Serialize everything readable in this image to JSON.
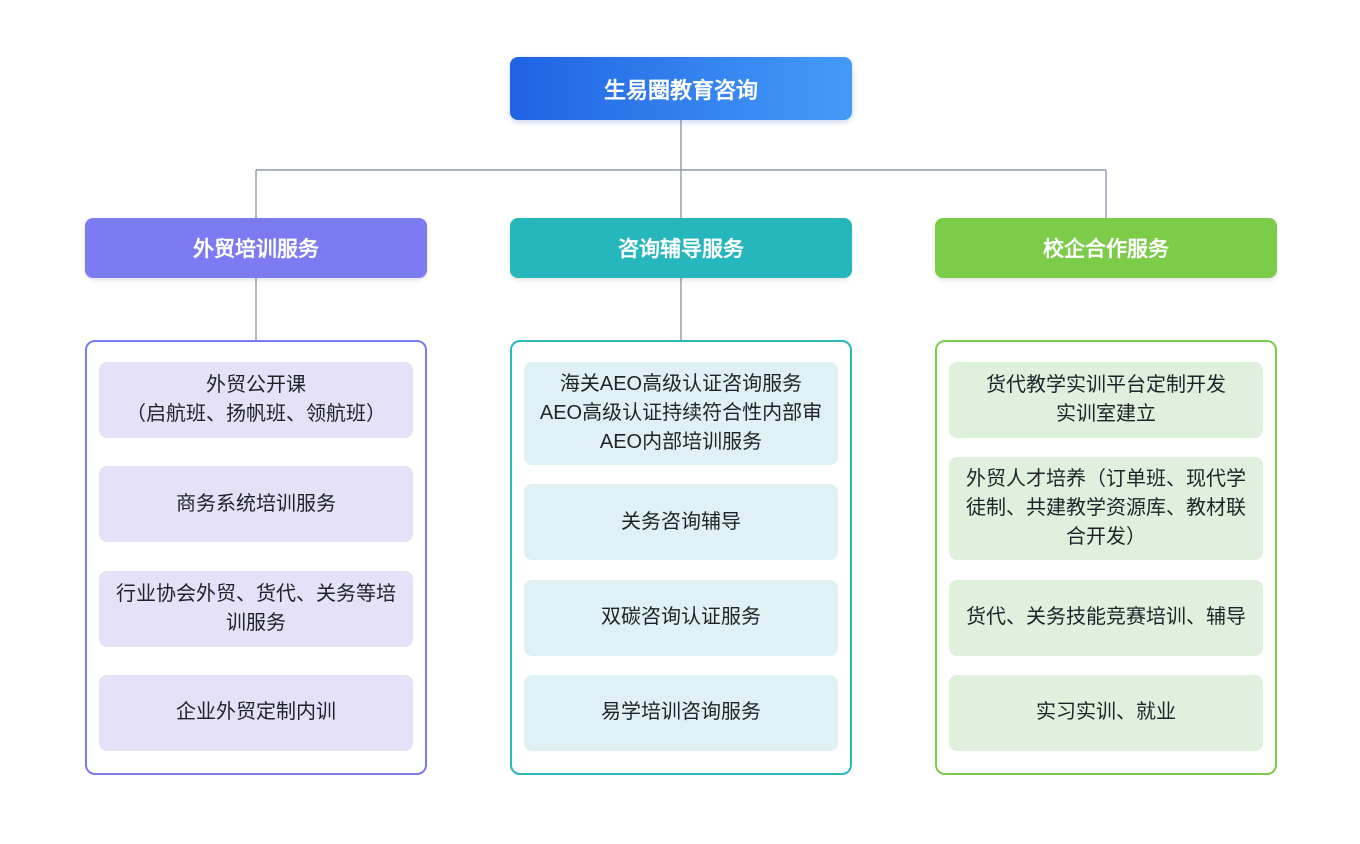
{
  "root": {
    "label": "生易圈教育咨询",
    "gradient_from": "#2063E4",
    "gradient_to": "#449BF7",
    "text_color": "#ffffff"
  },
  "connectors": {
    "color": "#8F99A8"
  },
  "branches": [
    {
      "id": "foreign-trade-training",
      "label": "外贸培训服务",
      "colors": {
        "header": "#7C7BF1",
        "border": "#7B7BF0",
        "item_bg": "#E4E1F8"
      },
      "header_to_container_line": true,
      "items": [
        {
          "lines": [
            "外贸公开课",
            "（启航班、扬帆班、领航班）"
          ]
        },
        {
          "lines": [
            "商务系统培训服务"
          ]
        },
        {
          "lines": [
            "行业协会外贸、货代、关务等培训服务"
          ]
        },
        {
          "lines": [
            "企业外贸定制内训"
          ]
        }
      ]
    },
    {
      "id": "consulting-coaching",
      "label": "咨询辅导服务",
      "colors": {
        "header": "#26B7BD",
        "border": "#2AB8BE",
        "item_bg": "#DFF1F4"
      },
      "header_to_container_line": true,
      "items": [
        {
          "lines": [
            "海关AEO高级认证咨询服务",
            "AEO高级认证持续符合性内部审",
            "AEO内部培训服务"
          ]
        },
        {
          "lines": [
            "关务咨询辅导"
          ]
        },
        {
          "lines": [
            "双碳咨询认证服务"
          ]
        },
        {
          "lines": [
            "易学培训咨询服务"
          ]
        }
      ]
    },
    {
      "id": "school-enterprise-cooperation",
      "label": "校企合作服务",
      "colors": {
        "header": "#7CCB49",
        "border": "#7DCB4D",
        "item_bg": "#DFF1DC"
      },
      "header_to_container_line": false,
      "items": [
        {
          "lines": [
            "货代教学实训平台定制开发",
            "实训室建立"
          ]
        },
        {
          "lines": [
            "外贸人才培养（订单班、现代学徒制、共建教学资源库、教材联合开发）"
          ]
        },
        {
          "lines": [
            "货代、关务技能竞赛培训、辅导"
          ]
        },
        {
          "lines": [
            "实习实训、就业"
          ]
        }
      ]
    }
  ]
}
